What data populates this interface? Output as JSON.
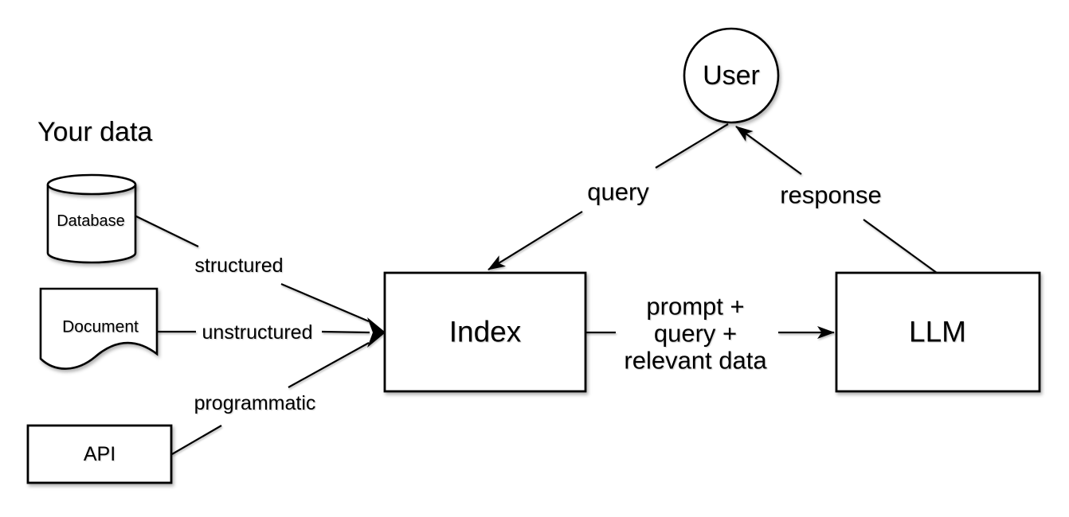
{
  "diagram": {
    "background": "#ffffff",
    "stroke_color": "#000000",
    "node_fill": "#ffffff",
    "title": "Your data",
    "nodes": {
      "user": {
        "label": "User",
        "shape": "circle"
      },
      "database": {
        "label": "Database",
        "shape": "cylinder"
      },
      "document": {
        "label": "Document",
        "shape": "document"
      },
      "api": {
        "label": "API",
        "shape": "rectangle"
      },
      "index": {
        "label": "Index",
        "shape": "rectangle"
      },
      "llm": {
        "label": "LLM",
        "shape": "rectangle"
      }
    },
    "edges": {
      "database_to_index": {
        "label": "structured",
        "from": "database",
        "to": "index"
      },
      "document_to_index": {
        "label": "unstructured",
        "from": "document",
        "to": "index"
      },
      "api_to_index": {
        "label": "programmatic",
        "from": "api",
        "to": "index"
      },
      "user_to_index": {
        "label": "query",
        "from": "user",
        "to": "index"
      },
      "llm_to_user": {
        "label": "response",
        "from": "llm",
        "to": "user"
      },
      "index_to_llm": {
        "label_lines": [
          "prompt +",
          "query +",
          "relevant data"
        ],
        "from": "index",
        "to": "llm"
      }
    }
  }
}
